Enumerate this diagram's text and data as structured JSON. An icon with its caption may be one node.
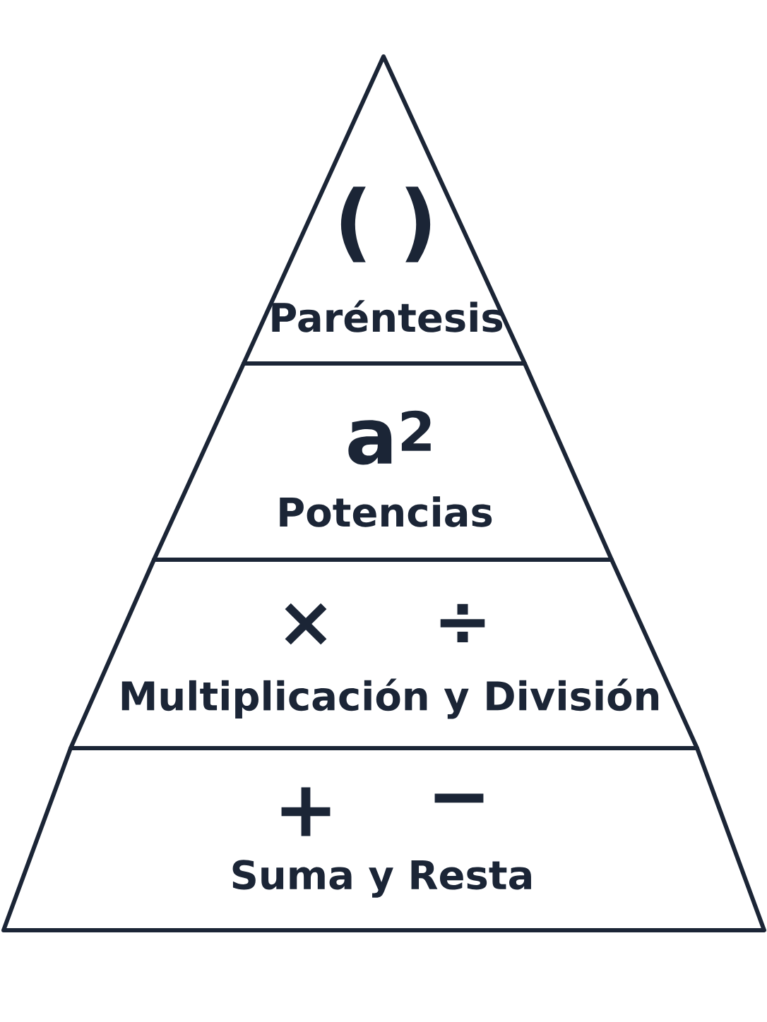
{
  "diagram": {
    "nodes": [
      {
        "text": [
          "(",
          ")",
          "Paréntesis"
        ]
      },
      {
        "text": [
          "a$^{2}$",
          "Potencias"
        ]
      },
      {
        "text": [
          "×",
          "÷",
          "Multiplicación y División"
        ]
      },
      {
        "text": [
          "+",
          "−",
          "Suma y Resta"
        ]
      }
    ]
  }
}
